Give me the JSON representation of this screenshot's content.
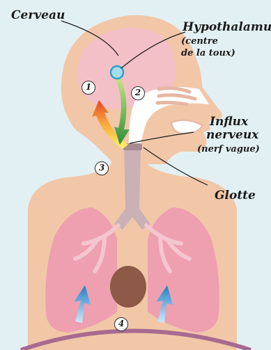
{
  "labels": {
    "cerveau": "Cerveau",
    "hypothalamus": "Hypothalamus",
    "hypothalamus_sub1": "(centre",
    "hypothalamus_sub2": "de la toux)",
    "influx1": "Influx",
    "influx2": "nerveux",
    "influx_sub": "(nerf vague)",
    "glotte": "Glotte"
  },
  "step_numbers": [
    "1",
    "2",
    "3",
    "4"
  ],
  "colors": {
    "background": "#e3f0f3",
    "skin": "#f1c7a8",
    "brain": "#f3c0c8",
    "lungs": "#ee9fb0",
    "trachea": "#c9b1b6",
    "heart": "#8c5a46",
    "arrow_blue": "#2a86c9",
    "arrow_green": "#3e9f4a",
    "arrow_orange": "#f0892b"
  }
}
